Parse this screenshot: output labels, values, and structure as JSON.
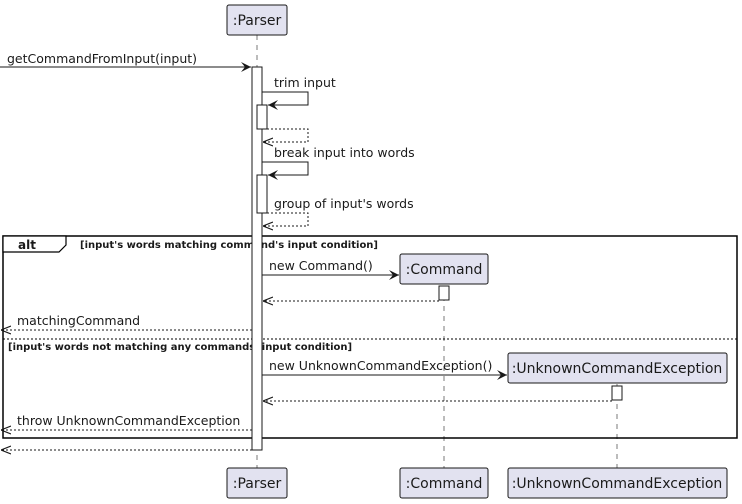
{
  "participants": {
    "parser": ":Parser",
    "command": ":Command",
    "unknown_exception": ":UnknownCommandException"
  },
  "messages": {
    "get_command_from_input": "getCommandFromInput(input)",
    "trim_input": "trim input",
    "break_input": "break input into words",
    "group_words": "group of input's words",
    "new_command": "new Command()",
    "matching_command": "matchingCommand",
    "new_unknown_exception": "new UnknownCommandException()",
    "throw_unknown_exception": "throw UnknownCommandException"
  },
  "alt_fragment": {
    "keyword": "alt",
    "guard_1": "[input's words matching command's input condition]",
    "guard_2": "[input's words not matching any commands' input condition]"
  }
}
